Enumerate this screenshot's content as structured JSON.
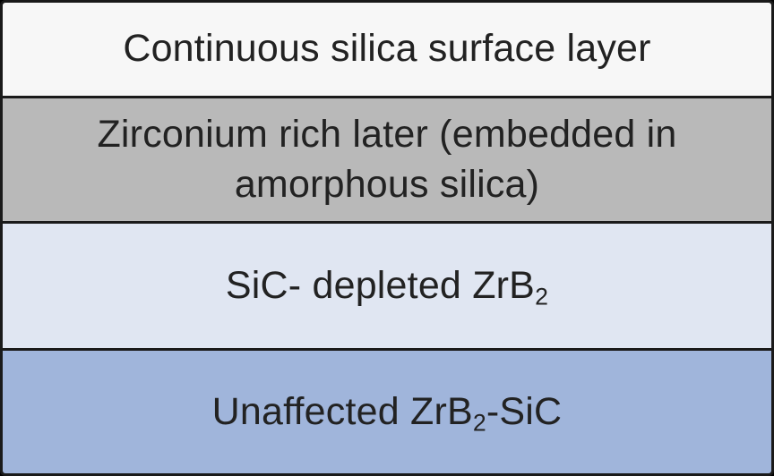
{
  "layers": [
    {
      "text": "Continuous  silica surface  layer",
      "color": "#f7f7f7"
    },
    {
      "line1": "Zirconium  rich later (embedded  in",
      "line2": "amorphous  silica)",
      "color": "#b9b9b9"
    },
    {
      "main": "SiC- depleted ZrB",
      "sub": "2",
      "color": "#e0e6f2"
    },
    {
      "pre": "Unaffected ZrB",
      "sub": "2",
      "post": "-SiC",
      "color": "#a0b5db"
    }
  ]
}
